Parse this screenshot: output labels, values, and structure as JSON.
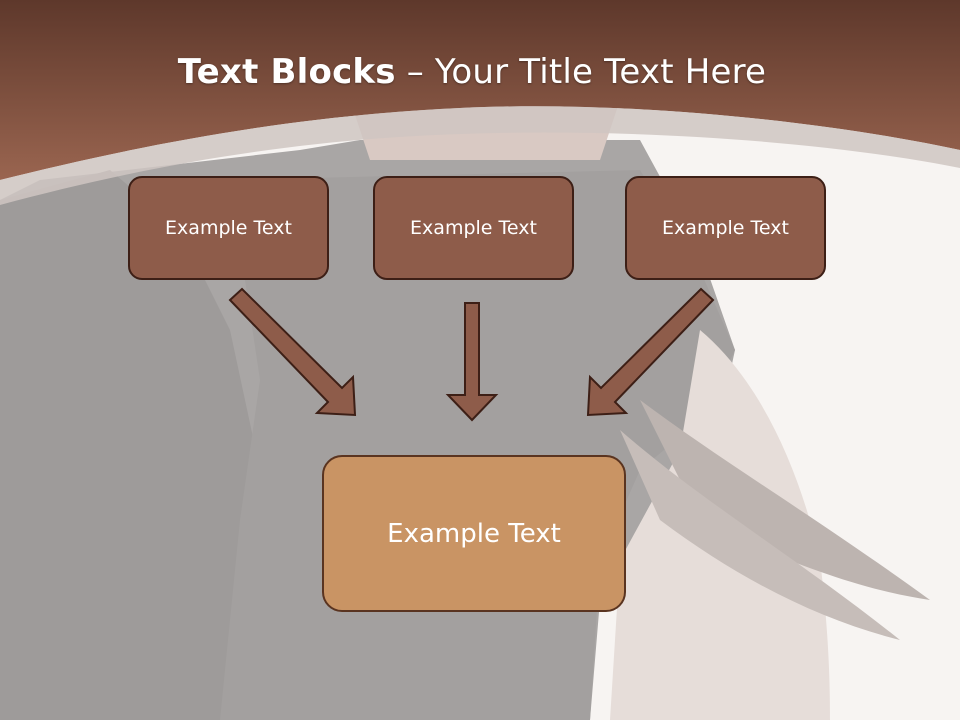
{
  "title": {
    "bold": "Text Blocks",
    "dash": " – ",
    "rest": "Your Title Text Here"
  },
  "diagram": {
    "top_boxes": [
      {
        "label": "Example Text"
      },
      {
        "label": "Example Text"
      },
      {
        "label": "Example Text"
      }
    ],
    "center_box": {
      "label": "Example Text"
    }
  },
  "colors": {
    "header_band": "#8b5a48",
    "box_fill": "#8e5c4a",
    "box_border": "#3d1f16",
    "center_fill": "#c99464",
    "arrow_fill": "#8e5c4a"
  }
}
